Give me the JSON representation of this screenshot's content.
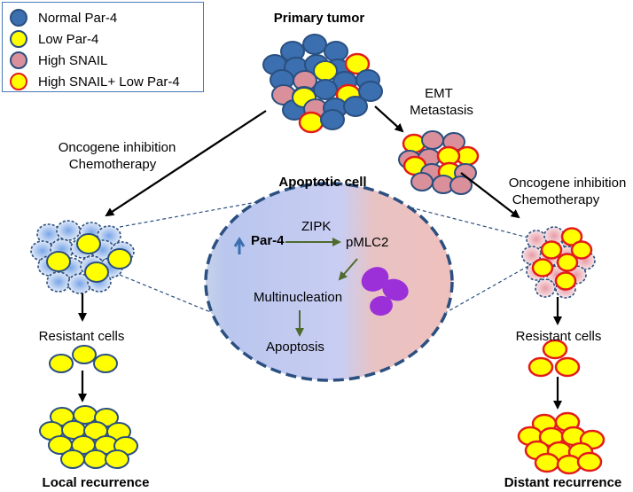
{
  "legend": {
    "items": [
      {
        "label": "Normal Par-4",
        "fill": "#3b6faf",
        "stroke": "#2a4f80"
      },
      {
        "label": "Low Par-4",
        "fill": "#ffff00",
        "stroke": "#2a4f80"
      },
      {
        "label": "High SNAIL",
        "fill": "#d9909a",
        "stroke": "#2a4f80"
      },
      {
        "label": "High SNAIL+ Low Par-4",
        "fill": "#ffff00",
        "stroke": "#e31b1b"
      }
    ]
  },
  "labels": {
    "primary_tumor": "Primary tumor",
    "emt": "EMT",
    "metastasis": "Metastasis",
    "left_therapy_1": "Oncogene inhibition",
    "left_therapy_2": "Chemotherapy",
    "right_therapy_1": "Oncogene inhibition",
    "right_therapy_2": "Chemotherapy",
    "apoptotic_cell": "Apoptotic cell",
    "par4": "Par-4",
    "zipk": "ZIPK",
    "pmlc2": "pMLC2",
    "multinucleation": "Multinucleation",
    "apoptosis": "Apoptosis",
    "left_resistant": "Resistant cells",
    "right_resistant": "Resistant cells",
    "local_recurrence": "Local recurrence",
    "distant_recurrence": "Distant recurrence"
  },
  "colors": {
    "normal_par4": "#3b6faf",
    "low_par4": "#ffff00",
    "high_snail": "#d9909a",
    "red_outline": "#e31b1b",
    "arrow_green": "#4e6b2e",
    "nuclei": "#9b30d9"
  }
}
